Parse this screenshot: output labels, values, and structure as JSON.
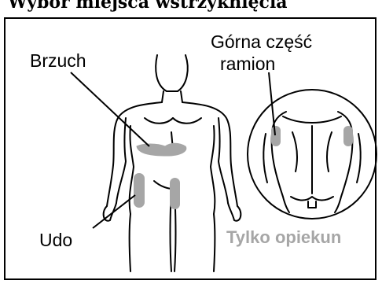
{
  "header": {
    "title": "Wybór miejsca wstrzyknięcia"
  },
  "labels": {
    "abdomen": "Brzuch",
    "upper_arms_line1": "Górna część",
    "upper_arms_line2": "ramion",
    "thigh": "Udo",
    "caregiver_only": "Tylko opiekun"
  },
  "colors": {
    "injection_site": "#a6a6a6",
    "outline": "#000000",
    "caregiver_text": "#a6a6a6"
  }
}
